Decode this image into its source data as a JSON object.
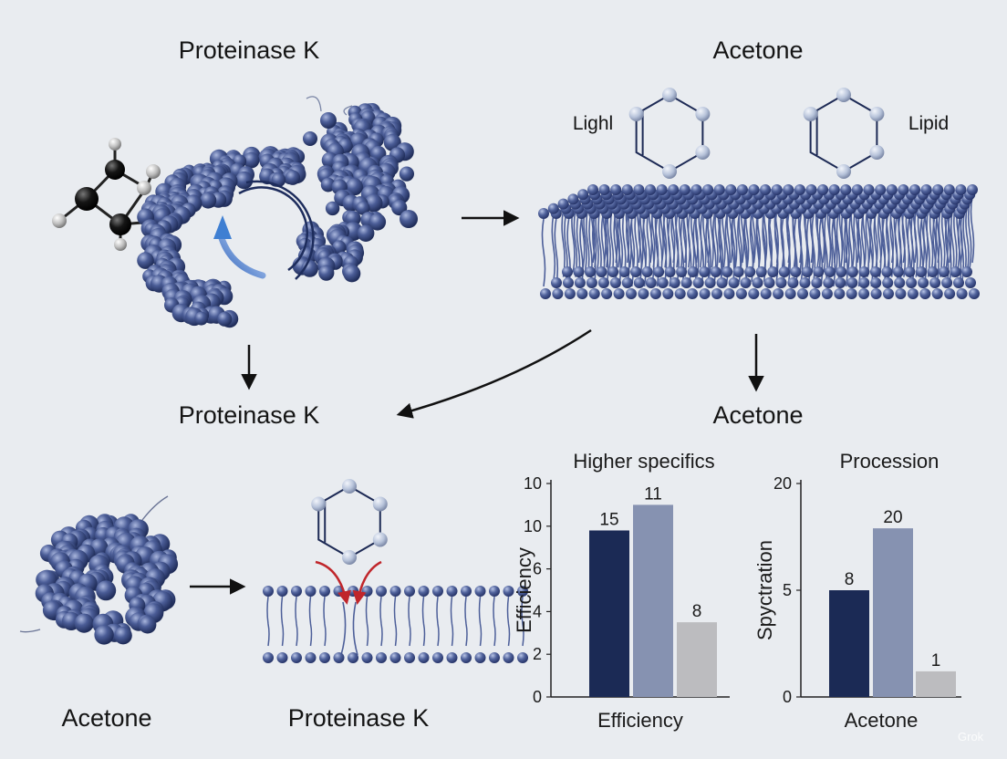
{
  "labels": {
    "proteinase_top": "Proteinase K",
    "acetone_top": "Acetone",
    "lighl": "Lighl",
    "lipid": "Lipid",
    "proteinase_mid": "Proteinase K",
    "acetone_mid": "Acetone",
    "acetone_bottom": "Acetone",
    "proteinase_bottom": "Proteinase K"
  },
  "watermark": "Grok",
  "colors": {
    "background": "#e9ecf0",
    "sphere": "#45568e",
    "bar_dark": "#1b2a55",
    "bar_mid": "#8692b1",
    "bar_light": "#bcbcbf",
    "arrow_red": "#c0262b",
    "arrow_blue": "#4a8ad6"
  },
  "chart_data": [
    {
      "type": "bar",
      "title": "Higher specifics",
      "xlabel": "Efficiency",
      "ylabel": "Efficiency",
      "y_tick_labels": [
        "0",
        "2",
        "4",
        "6",
        "10",
        "10"
      ],
      "y_tick_positions": [
        0,
        2,
        4,
        6,
        8,
        10
      ],
      "ylim": [
        0,
        10
      ],
      "bars": [
        {
          "value": 7.8,
          "label": "15",
          "color": "#1b2a55"
        },
        {
          "value": 9.0,
          "label": "11",
          "color": "#8692b1"
        },
        {
          "value": 3.5,
          "label": "8",
          "color": "#bcbcbf"
        }
      ]
    },
    {
      "type": "bar",
      "title": "Procession",
      "xlabel": "Acetone",
      "ylabel": "Spyctration",
      "y_tick_labels": [
        "0",
        "5",
        "20"
      ],
      "y_tick_positions": [
        0,
        5,
        10
      ],
      "ylim": [
        0,
        10
      ],
      "bars": [
        {
          "value": 5.0,
          "label": "8",
          "color": "#1b2a55"
        },
        {
          "value": 7.9,
          "label": "20",
          "color": "#8692b1"
        },
        {
          "value": 1.2,
          "label": "1",
          "color": "#bcbcbf"
        }
      ]
    }
  ]
}
